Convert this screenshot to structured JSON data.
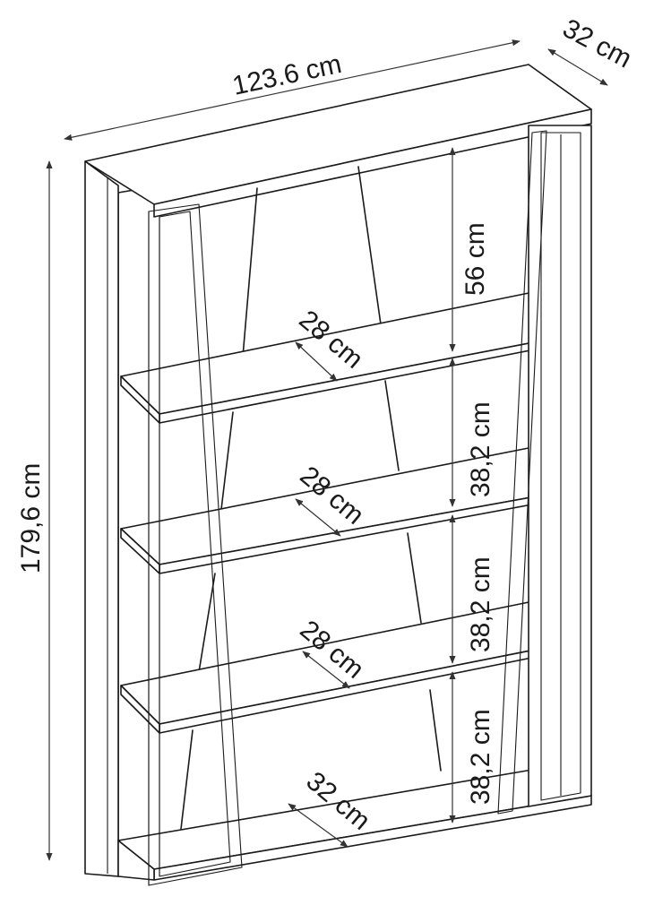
{
  "dimensions": {
    "width": "123.6 cm",
    "depth": "32 cm",
    "height": "179,6 cm",
    "top_gap": "56 cm",
    "gap_2": "38,2 cm",
    "gap_3": "38,2 cm",
    "gap_4": "38,2 cm",
    "shelf_depth_1": "28 cm",
    "shelf_depth_2": "28 cm",
    "shelf_depth_3": "28 cm",
    "shelf_depth_bottom": "32 cm"
  },
  "colors": {
    "line": "#1a1a1a",
    "dimension": "#333333",
    "background": "#ffffff"
  }
}
